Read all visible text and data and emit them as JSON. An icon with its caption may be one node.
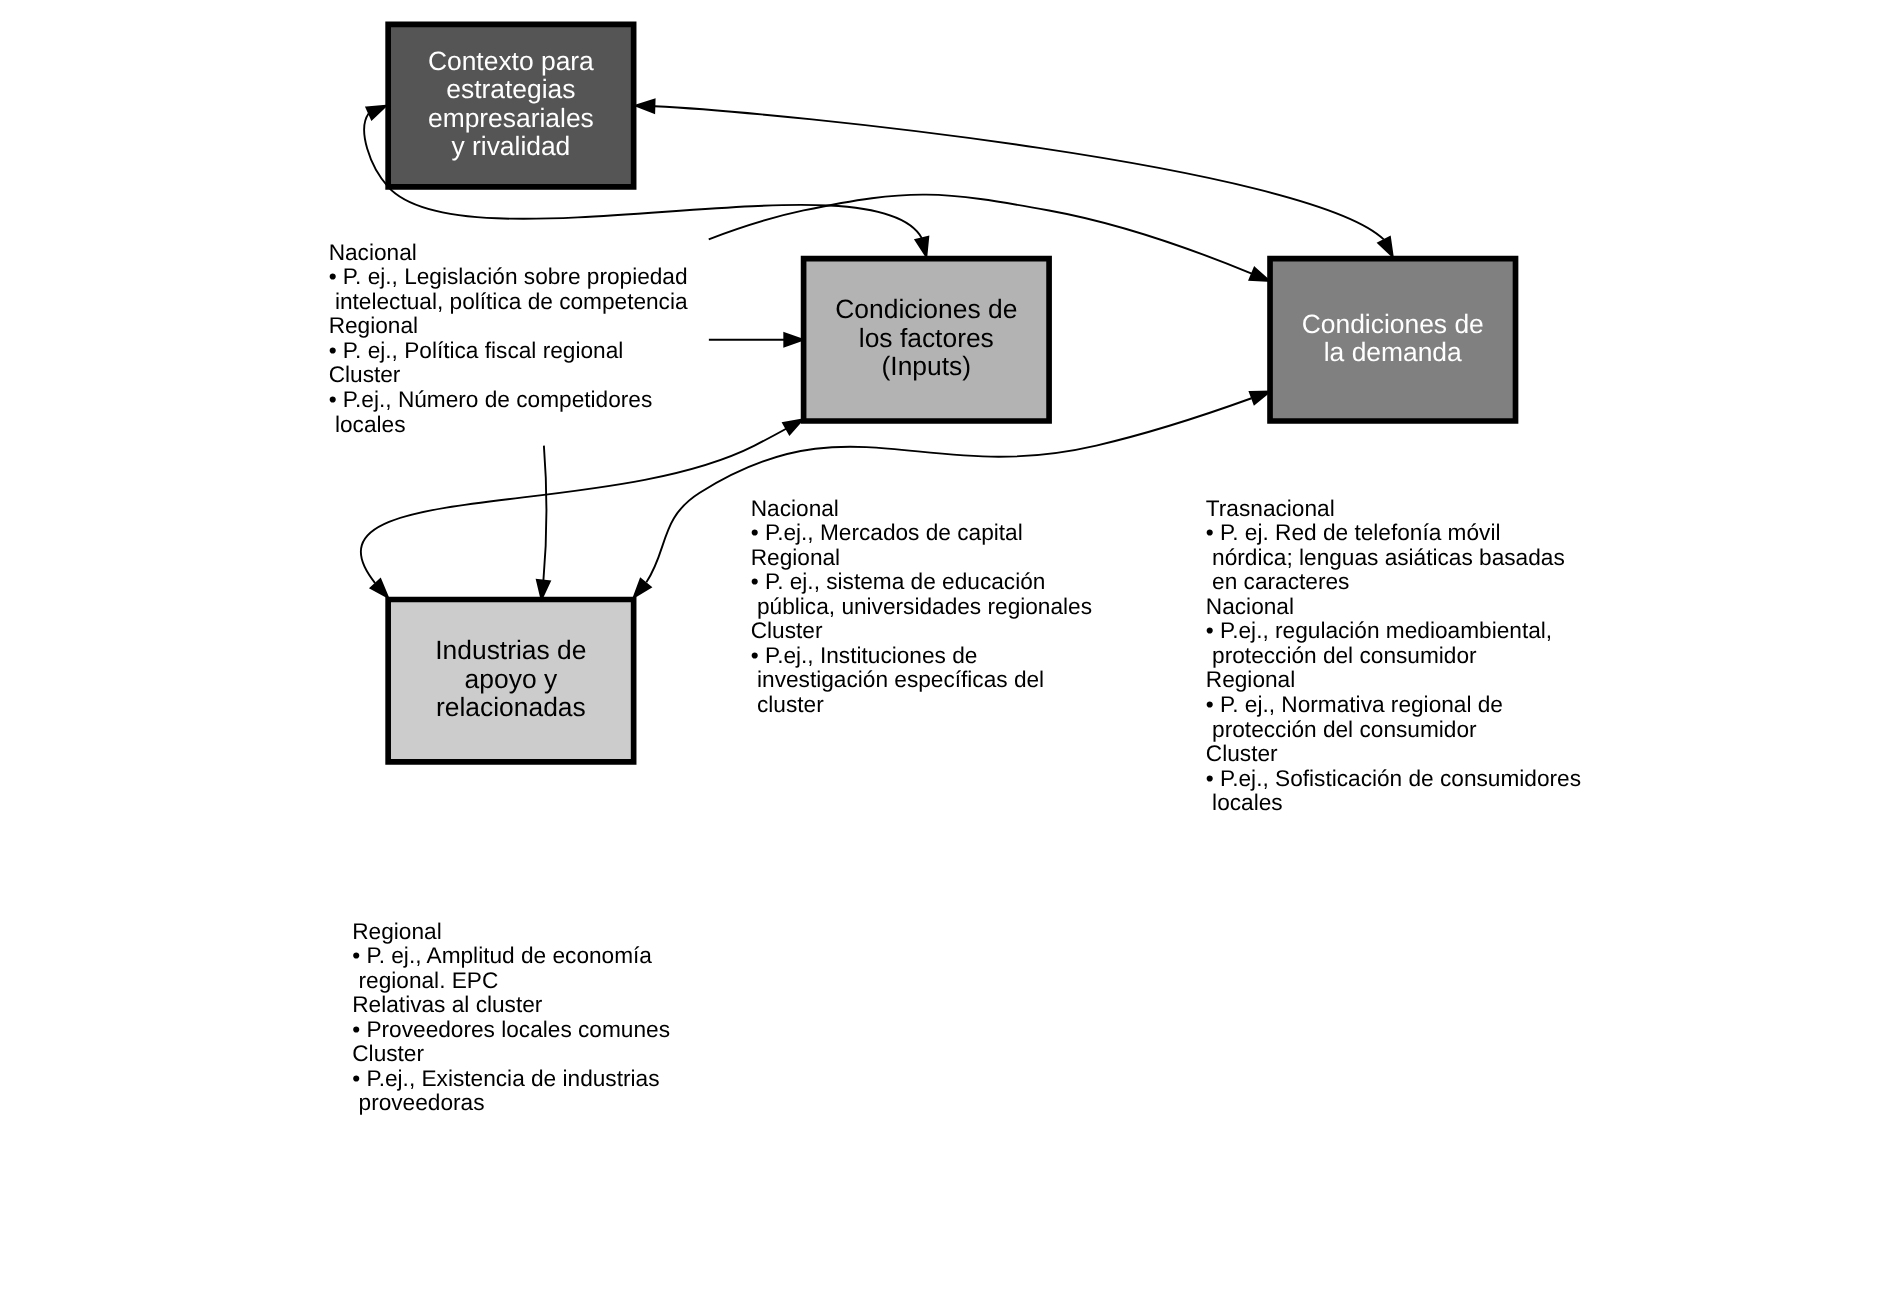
{
  "diagram": {
    "nodes": [
      {
        "text": [
          "Contexto para estrategias empresariales y rivalidad"
        ]
      },
      {
        "text": [
          "Condiciones de los factores (Inputs)"
        ]
      },
      {
        "text": [
          "Nacional",
          "• P. ej., Legislación sobre propiedad intelectual, política de competencia",
          "Regional",
          "• P. ej., Política fiscal regional",
          "Cluster",
          "• P.ej., Número de competidores locales"
        ]
      },
      {
        "text": [
          "Condiciones de la demanda"
        ],
        "beside": [
          "Trasnacional",
          "• P. ej. Red de telefonía móvil nórdica; lenguas asiáticas basadas en caracteres",
          "Nacional",
          "• P.ej., regulación medioambiental, protección del consumidor",
          "Regional",
          "• P. ej., Normativa regional de protección del consumidor",
          "Cluster",
          "• P.ej., Sofisticación de consumidores locales"
        ]
      },
      {
        "text": [
          "Industrias de apoyo y relacionadas"
        ],
        "beside": [
          "Regional",
          "• P. ej., Amplitud de economía regional. EPC",
          "Relativas al cluster",
          "• Proveedores locales comunes",
          "Cluster",
          "• P.ej., Existencia de industrias proveedoras"
        ]
      }
    ],
    "edges": [
      {
        "from": 0,
        "to": 1,
        "arrow": "both"
      },
      {
        "from": 0,
        "to": 3,
        "arrow": "both"
      },
      {
        "from": 2,
        "to": 1,
        "arrow": "to"
      },
      {
        "from": 2,
        "to": 3,
        "arrow": "to"
      },
      {
        "from": 2,
        "to": 4,
        "arrow": "to"
      },
      {
        "from": 1,
        "to": 4,
        "arrow": "both"
      },
      {
        "from": 3,
        "to": 4,
        "arrow": "both"
      }
    ],
    "labels": [
      "Nacional",
      "• P.ej., Mercados de capital",
      "Regional",
      "• P. ej., sistema de educación pública, universidades regionales",
      "Cluster",
      "• P.ej., Instituciones de investigación específicas del cluster"
    ]
  }
}
